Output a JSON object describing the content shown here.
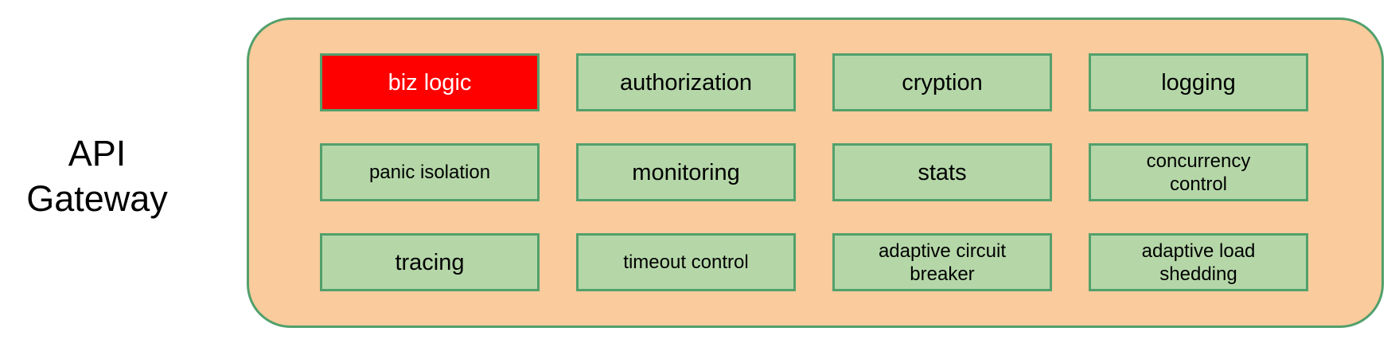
{
  "diagram": {
    "title_label": "API\nGateway",
    "container": {
      "fill": "#FACB9C",
      "border": "#52A06C"
    },
    "colors": {
      "green_fill": "#B5D7A8",
      "green_border": "#52A06C",
      "red_fill": "#FF0000",
      "text": "#000000",
      "red_box_text": "#FFFFFF"
    },
    "grid": {
      "rows": 3,
      "cols": 4,
      "boxes": [
        {
          "label": "biz logic",
          "variant": "red",
          "size": "large"
        },
        {
          "label": "authorization",
          "variant": "green",
          "size": "large"
        },
        {
          "label": "cryption",
          "variant": "green",
          "size": "large"
        },
        {
          "label": "logging",
          "variant": "green",
          "size": "large"
        },
        {
          "label": "panic isolation",
          "variant": "green",
          "size": "small"
        },
        {
          "label": "monitoring",
          "variant": "green",
          "size": "large"
        },
        {
          "label": "stats",
          "variant": "green",
          "size": "large"
        },
        {
          "label": "concurrency\ncontrol",
          "variant": "green",
          "size": "small"
        },
        {
          "label": "tracing",
          "variant": "green",
          "size": "large"
        },
        {
          "label": "timeout control",
          "variant": "green",
          "size": "small"
        },
        {
          "label": "adaptive circuit\nbreaker",
          "variant": "green",
          "size": "small"
        },
        {
          "label": "adaptive load\nshedding",
          "variant": "green",
          "size": "small"
        }
      ]
    }
  }
}
